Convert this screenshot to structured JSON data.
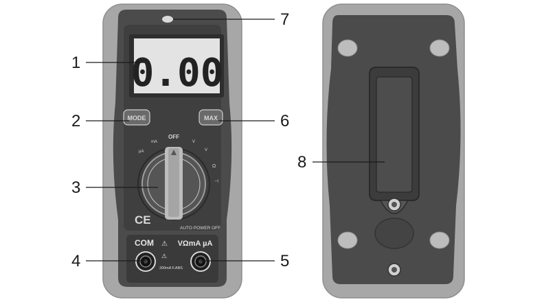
{
  "callouts": [
    "1",
    "2",
    "3",
    "4",
    "5",
    "6",
    "7",
    "8"
  ],
  "front": {
    "display_reading": "0.00",
    "mode_button": "MODE",
    "max_button": "MAX",
    "dial_off": "OFF",
    "auto_power_off": "AUTO POWER OFF",
    "com_label": "COM",
    "input_label": "VΩmA µA",
    "jack_warning": "200mA F.ABS",
    "ce_mark": "CE"
  },
  "colors": {
    "outer_frame": "#a7a7a7",
    "body": "#4b4b4b",
    "lcd": "#e3e3e3",
    "accent_light": "#bdbdbd"
  }
}
